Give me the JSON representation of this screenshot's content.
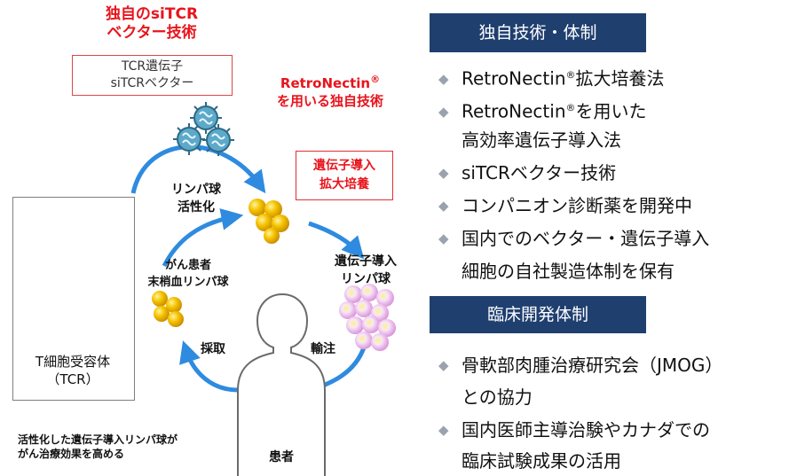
{
  "left": {
    "tech_title": [
      "独自のsiTCR",
      "ベクター技術"
    ],
    "vector_box": [
      "TCR遺伝子",
      "siTCRベクター"
    ],
    "retro": {
      "line1_a": "RetroNectin",
      "line1_sup": "®",
      "line2": "を用いる独自技術"
    },
    "culture_box": [
      "遺伝子導入",
      "拡大培養"
    ],
    "activation": [
      "リンパ球",
      "活性化"
    ],
    "transduced": [
      "遺伝子導入",
      "リンパ球"
    ],
    "patient_blood": [
      "がん患者",
      "末梢血リンパ球"
    ],
    "collect": "採取",
    "infuse": "輸注",
    "patient": "患者",
    "tcr_label": [
      "T細胞受容体",
      "（TCR）"
    ],
    "footnote": [
      "活性化した遺伝子導入リンパ球が",
      "がん治療効果を高める"
    ]
  },
  "right": {
    "section1": "独自技術・体制",
    "items1": [
      {
        "a": "RetroNectin",
        "sup": "®",
        "b": "拡大培養法"
      },
      {
        "a": "RetroNectin",
        "sup": "®",
        "b": "を用いた"
      },
      {
        "a": "高効率遺伝子導入法",
        "sup": "",
        "b": ""
      },
      {
        "a": "siTCRベクター技術",
        "sup": "",
        "b": ""
      },
      {
        "a": "コンパニオン診断薬を開発中",
        "sup": "",
        "b": ""
      },
      {
        "a": "国内でのベクター・遺伝子導入",
        "sup": "",
        "b": ""
      },
      {
        "a": "細胞の自社製造体制を保有",
        "sup": "",
        "b": ""
      }
    ],
    "section2": "臨床開発体制",
    "items2": [
      "骨軟部肉腫治療研究会（JMOG）",
      "との協力",
      "国内医師主導治験やカナダでの",
      "臨床試験成果の活用"
    ],
    "bullet_char": "◆"
  },
  "colors": {
    "arrow": "#2e8be0",
    "header_bg": "#1f3f6f",
    "red": "#e8141c",
    "gold": "#f2b800"
  }
}
